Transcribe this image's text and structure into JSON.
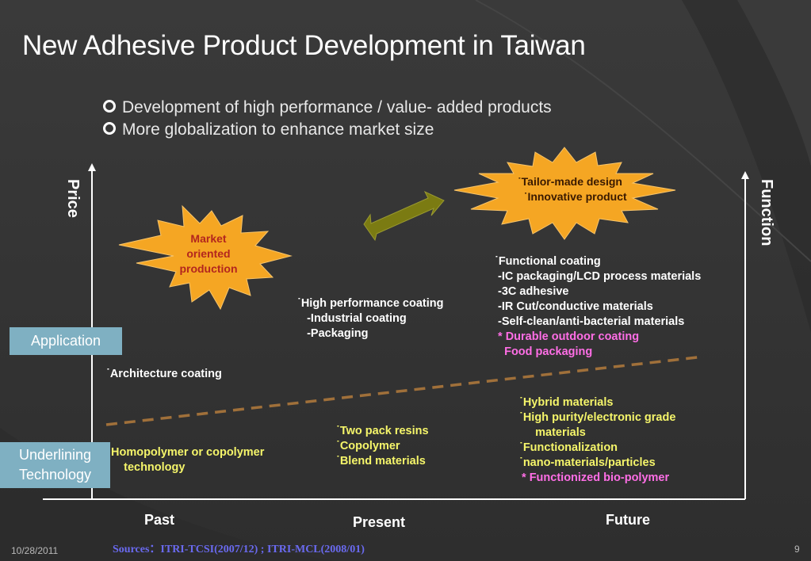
{
  "title": "New Adhesive Product Development in Taiwan",
  "bullets": [
    "Development of high performance / value- added products",
    "More globalization to enhance market size"
  ],
  "axis": {
    "price": "Price",
    "function": "Function"
  },
  "eras": {
    "past": "Past",
    "present": "Present",
    "future": "Future"
  },
  "categories": {
    "application": "Application",
    "technology": "Underlining\nTechnology"
  },
  "stars": {
    "left": "Market\noriented\nproduction",
    "right": "˙Tailor-made design\n  ˙Innovative product"
  },
  "application_items": {
    "past": "˙Architecture coating",
    "present": "˙High performance coating\n   -Industrial coating\n   -Packaging",
    "future": "˙Functional coating\n -IC packaging/LCD process materials\n -3C adhesive\n -IR Cut/conductive materials\n -Self-clean/anti-bacterial materials",
    "future_pink": " * Durable outdoor coating\n   Food packaging"
  },
  "technology_items": {
    "past": "Homopolymer or copolymer\n    technology",
    "present": "˙Two pack resins\n˙Copolymer\n˙Blend materials",
    "future": "˙Hybrid materials\n˙High purity/electronic grade\n     materials\n˙Functionalization\n˙nano-materials/particles",
    "future_pink": " * Functionized bio-polymer"
  },
  "footer": {
    "sources": "Sources：ITRI-TCSI(2007/12) ; ITRI-MCL(2008/01)",
    "date": "10/28/2011",
    "page": "9"
  },
  "colors": {
    "background": "#333333",
    "box": "#7fb0c2",
    "star_fill": "#f5a623",
    "arrow": "#7b7b12",
    "dashed_line": "#a0703a",
    "yellow_text": "#f5f56a",
    "pink_text": "#ff6ee6",
    "sources_text": "#6a6af0"
  }
}
